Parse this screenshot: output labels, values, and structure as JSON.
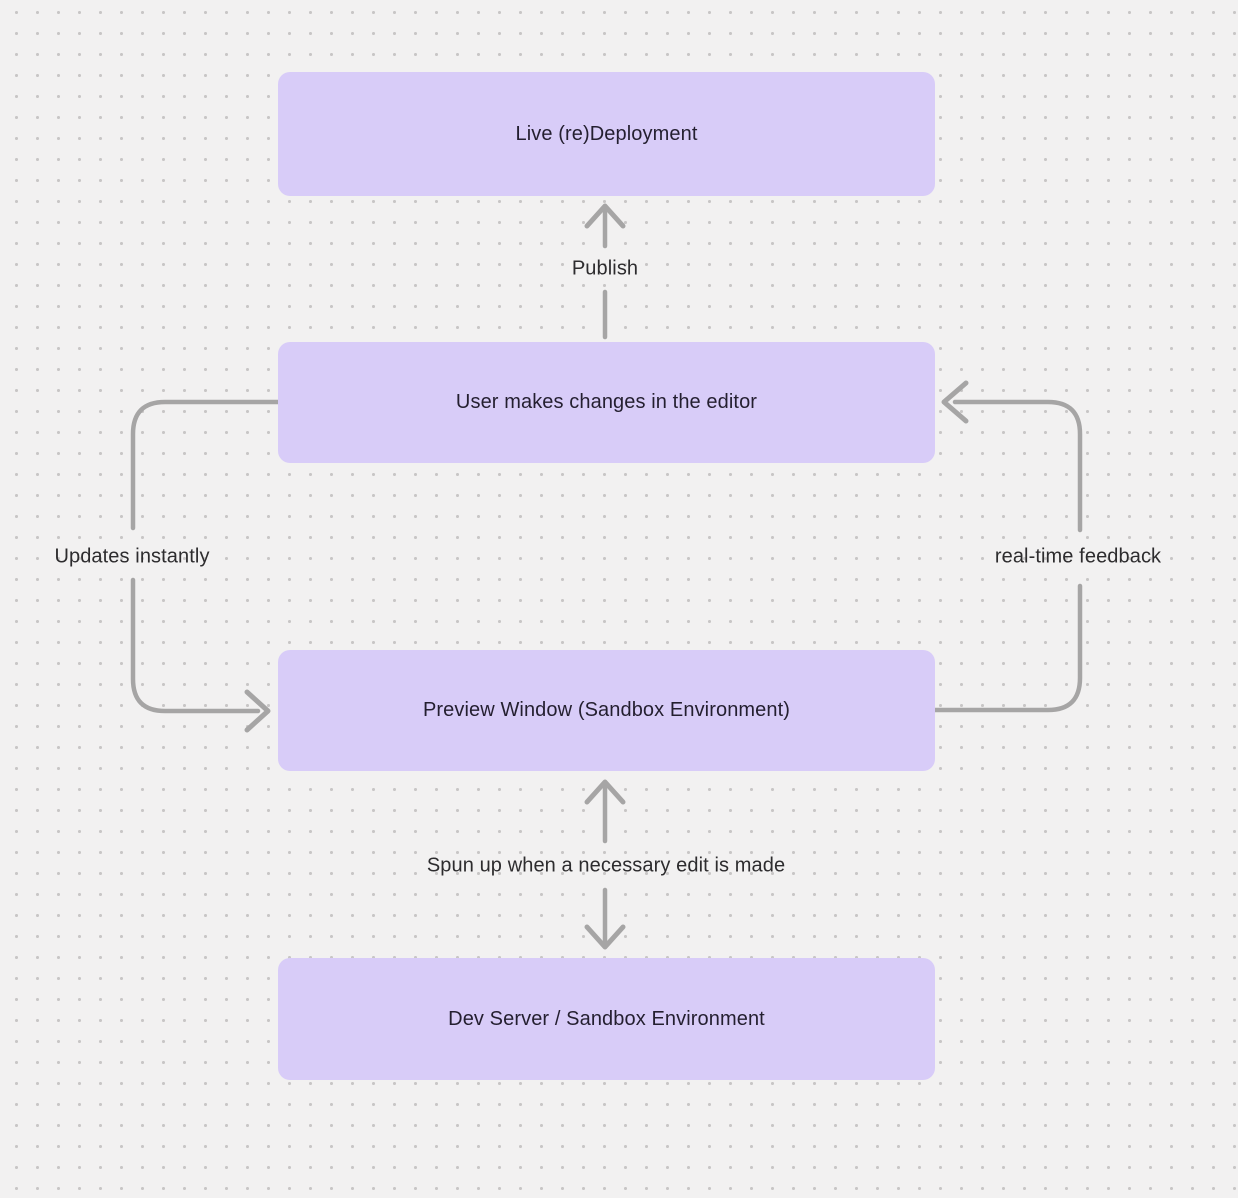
{
  "canvas": {
    "background_color": "#f2f1f1",
    "dot_color": "#c8c6c6"
  },
  "colors": {
    "node_fill": "#d8ccf8",
    "node_text": "#241f30",
    "arrow": "#a6a5a5",
    "edge_label_text": "#2d2c2e"
  },
  "nodes": [
    {
      "id": "live-redeployment",
      "label": "Live (re)Deployment"
    },
    {
      "id": "user-editor",
      "label": "User makes changes in the editor"
    },
    {
      "id": "preview-window",
      "label": "Preview Window (Sandbox Environment)"
    },
    {
      "id": "dev-server",
      "label": "Dev Server / Sandbox Environment"
    }
  ],
  "edges": [
    {
      "label": "Publish",
      "from": "user-editor",
      "to": "live-redeployment",
      "direction": "up"
    },
    {
      "label": "Updates instantly",
      "from": "user-editor",
      "to": "preview-window",
      "direction": "down-left-loop"
    },
    {
      "label": "real-time feedback",
      "from": "preview-window",
      "to": "user-editor",
      "direction": "up-right-loop"
    },
    {
      "label": "Spun up when a necessary edit is made",
      "from": "preview-window",
      "to": "dev-server",
      "direction": "both"
    }
  ]
}
